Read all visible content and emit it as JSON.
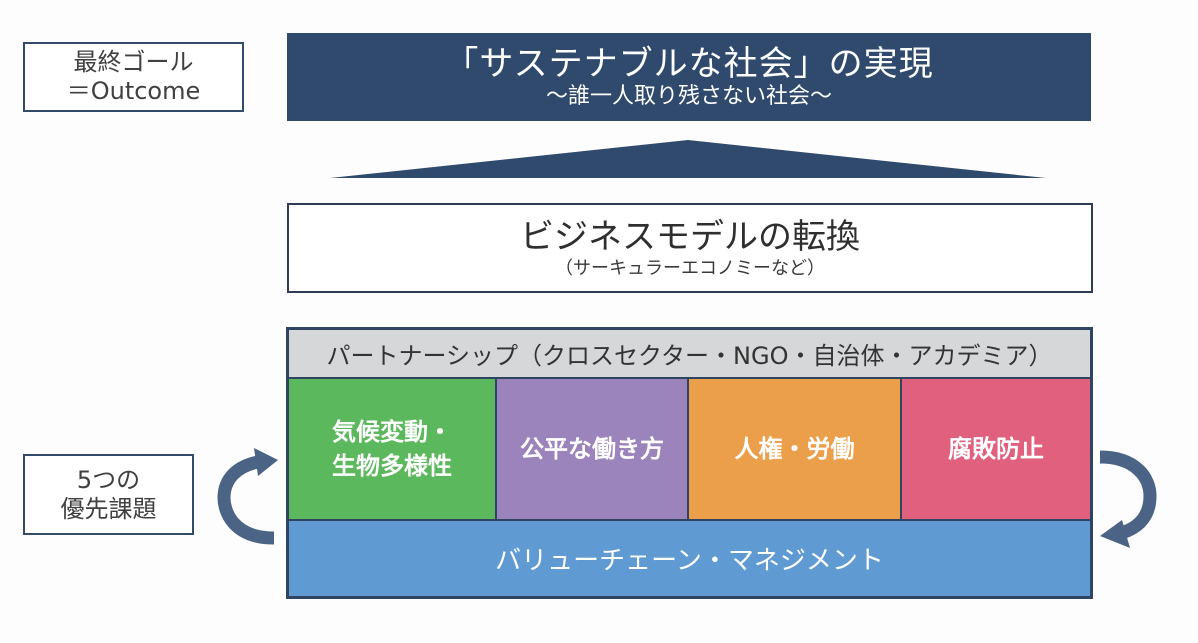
{
  "side_labels": {
    "goal": {
      "line1": "最終ゴール",
      "line2": "＝Outcome"
    },
    "priorities": {
      "line1": "5つの",
      "line2": "優先課題"
    }
  },
  "goal_banner": {
    "title": "「サステナブルな社会」の実現",
    "subtitle": "～誰一人取り残さない社会～",
    "color": "#304a6d"
  },
  "business_model": {
    "title": "ビジネスモデルの転換",
    "subtitle": "（サーキュラーエコノミーなど）"
  },
  "foundation": {
    "partnership": "パートナーシップ（クロスセクター・NGO・自治体・アカデミア）",
    "issues": [
      {
        "line1": "気候変動・",
        "line2": "生物多様性",
        "color": "#5cb85c"
      },
      {
        "line1": "公平な働き方",
        "line2": "",
        "color": "#9a84bb"
      },
      {
        "line1": "人権・労働",
        "line2": "",
        "color": "#eb9f4a"
      },
      {
        "line1": "腐敗防止",
        "line2": "",
        "color": "#e0607e"
      }
    ],
    "value_chain": "バリューチェーン・マネジメント"
  },
  "icons": {
    "left_arrow": "curved-arrow-clockwise-up",
    "right_arrow": "curved-arrow-clockwise-down",
    "roof": "triangle"
  }
}
